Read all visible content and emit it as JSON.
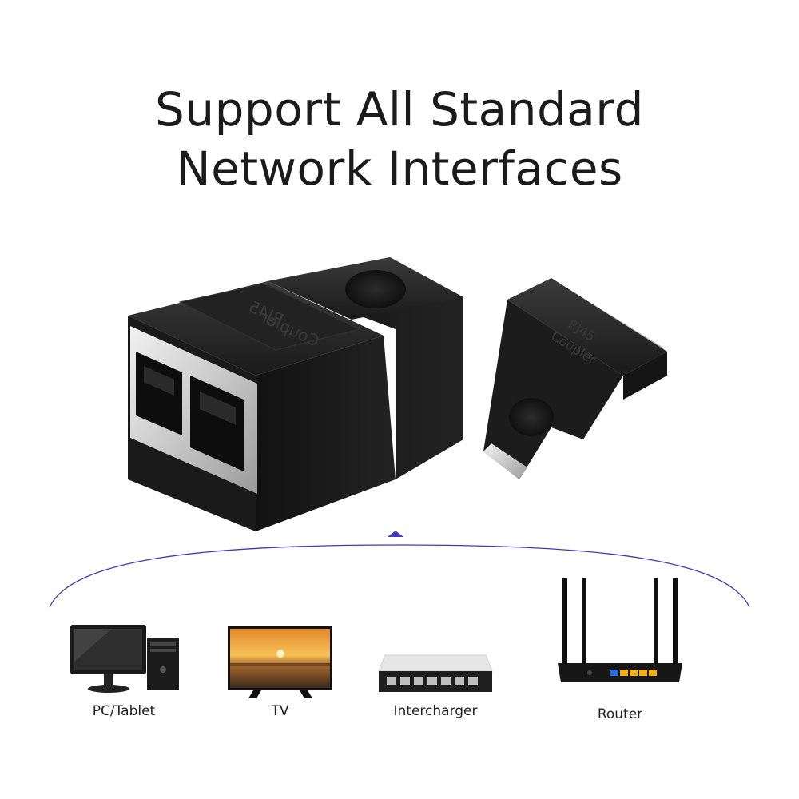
{
  "headline": {
    "line1": "Support All Standard",
    "line2": "Network Interfaces"
  },
  "product": {
    "left_adapter_label_line1": "RJ45",
    "left_adapter_label_line2": "Coupler",
    "right_adapter_label_line1": "RJ45",
    "right_adapter_label_line2": "Coupler"
  },
  "colors": {
    "arc": "#3f3ab8",
    "adapter_body": "#161616",
    "router_ports": "#f2b21a",
    "router_wan_port": "#2c6fe0"
  },
  "devices": [
    {
      "icon": "desktop-computer-icon",
      "label": "PC/Tablet"
    },
    {
      "icon": "television-icon",
      "label": "TV"
    },
    {
      "icon": "network-switch-icon",
      "label": "Intercharger"
    },
    {
      "icon": "router-icon",
      "label": "Router"
    }
  ]
}
